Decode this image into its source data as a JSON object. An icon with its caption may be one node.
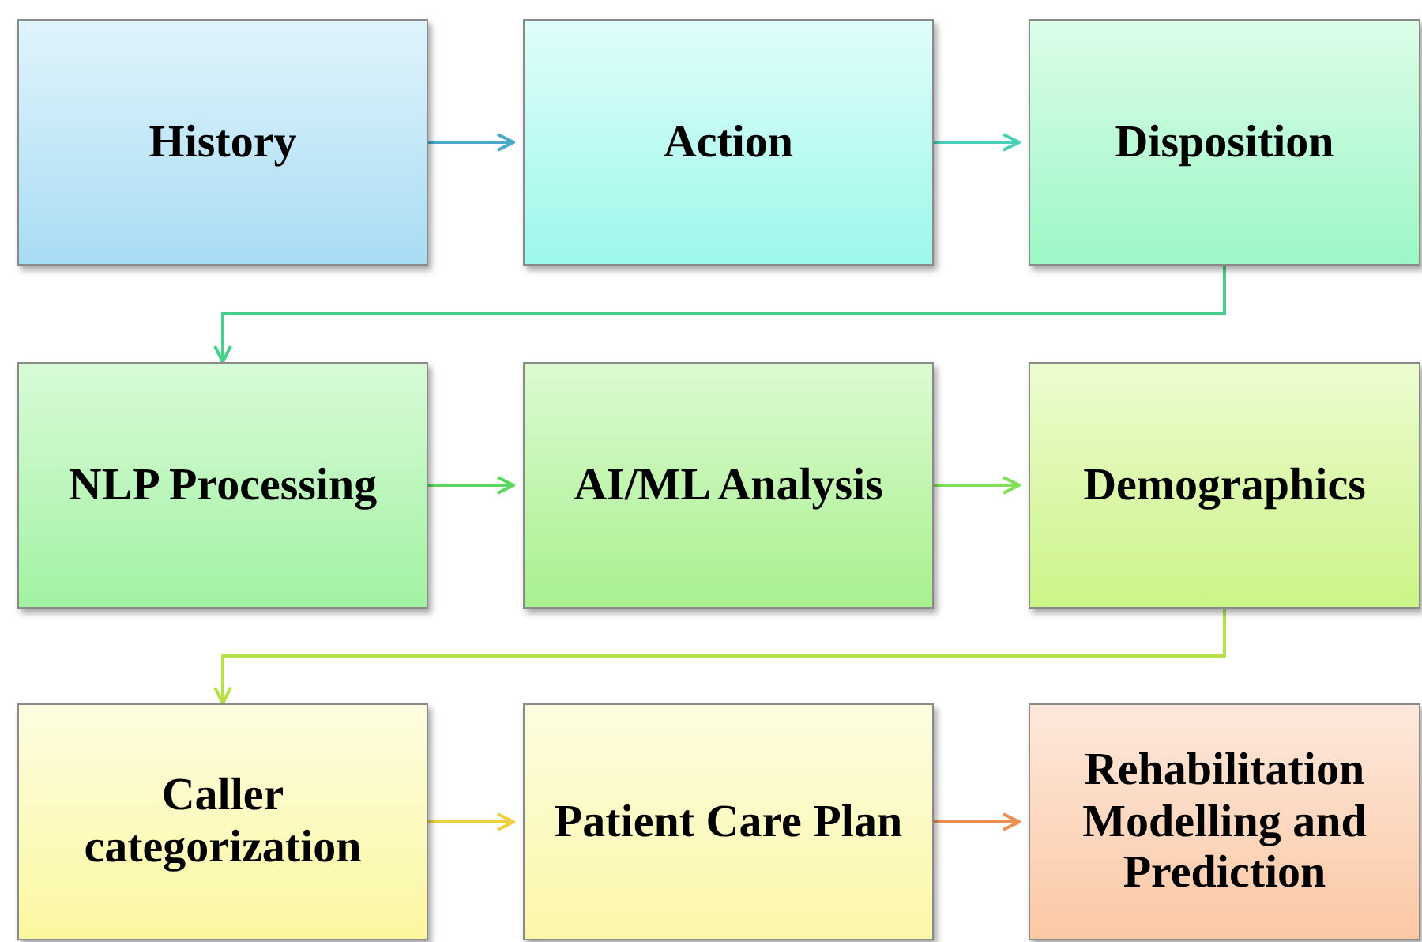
{
  "diagram": {
    "nodes": [
      {
        "text": [
          "History"
        ]
      },
      {
        "text": [
          "Action"
        ]
      },
      {
        "text": [
          "Disposition"
        ]
      },
      {
        "text": [
          "NLP Processing"
        ]
      },
      {
        "text": [
          "AI/ML Analysis"
        ]
      },
      {
        "text": [
          "Demographics"
        ]
      },
      {
        "text": [
          "Caller categorization"
        ]
      },
      {
        "text": [
          "Patient Care Plan"
        ]
      },
      {
        "text": [
          "Rehabilitation Modelling and Prediction"
        ]
      }
    ],
    "edges": [
      {
        "from": 0,
        "to": 1,
        "arrow": "to",
        "color": "#4aa8c8"
      },
      {
        "from": 1,
        "to": 2,
        "arrow": "to",
        "color": "#48d0b8"
      },
      {
        "from": 2,
        "to": 3,
        "arrow": "to",
        "color": "#48d08a"
      },
      {
        "from": 3,
        "to": 4,
        "arrow": "to",
        "color": "#5cd860"
      },
      {
        "from": 4,
        "to": 5,
        "arrow": "to",
        "color": "#80e058"
      },
      {
        "from": 5,
        "to": 6,
        "arrow": "to",
        "color": "#b8e048"
      },
      {
        "from": 6,
        "to": 7,
        "arrow": "to",
        "color": "#f0d040"
      },
      {
        "from": 7,
        "to": 8,
        "arrow": "to",
        "color": "#f09050"
      }
    ]
  }
}
